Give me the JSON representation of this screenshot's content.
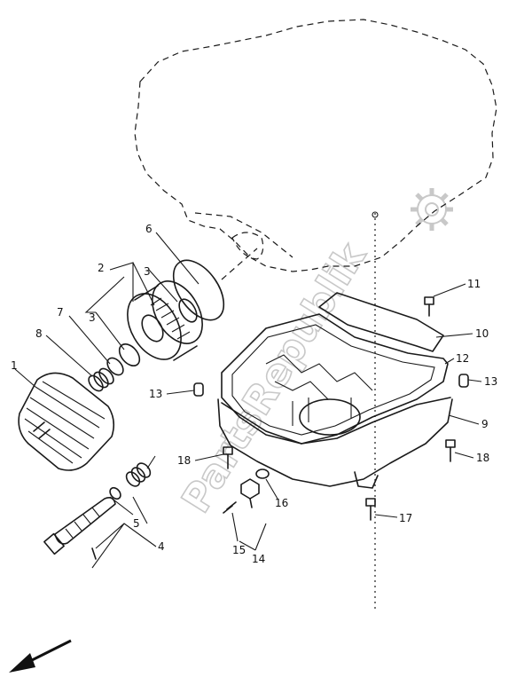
{
  "watermark": "PartsRepublik",
  "callouts": [
    "1",
    "2",
    "3",
    "3",
    "4",
    "5",
    "6",
    "7",
    "8",
    "9",
    "10",
    "11",
    "12",
    "13",
    "13",
    "14",
    "15",
    "16",
    "17",
    "18",
    "18"
  ],
  "parts": {
    "p1": "1",
    "p2": "2",
    "p3a": "3",
    "p3b": "3",
    "p4": "4",
    "p5": "5",
    "p6": "6",
    "p7": "7",
    "p8": "8",
    "p9": "9",
    "p10": "10",
    "p11": "11",
    "p12": "12",
    "p13l": "13",
    "p13r": "13",
    "p14": "14",
    "p15": "15",
    "p16": "16",
    "p17": "17",
    "p18l": "18",
    "p18r": "18"
  }
}
